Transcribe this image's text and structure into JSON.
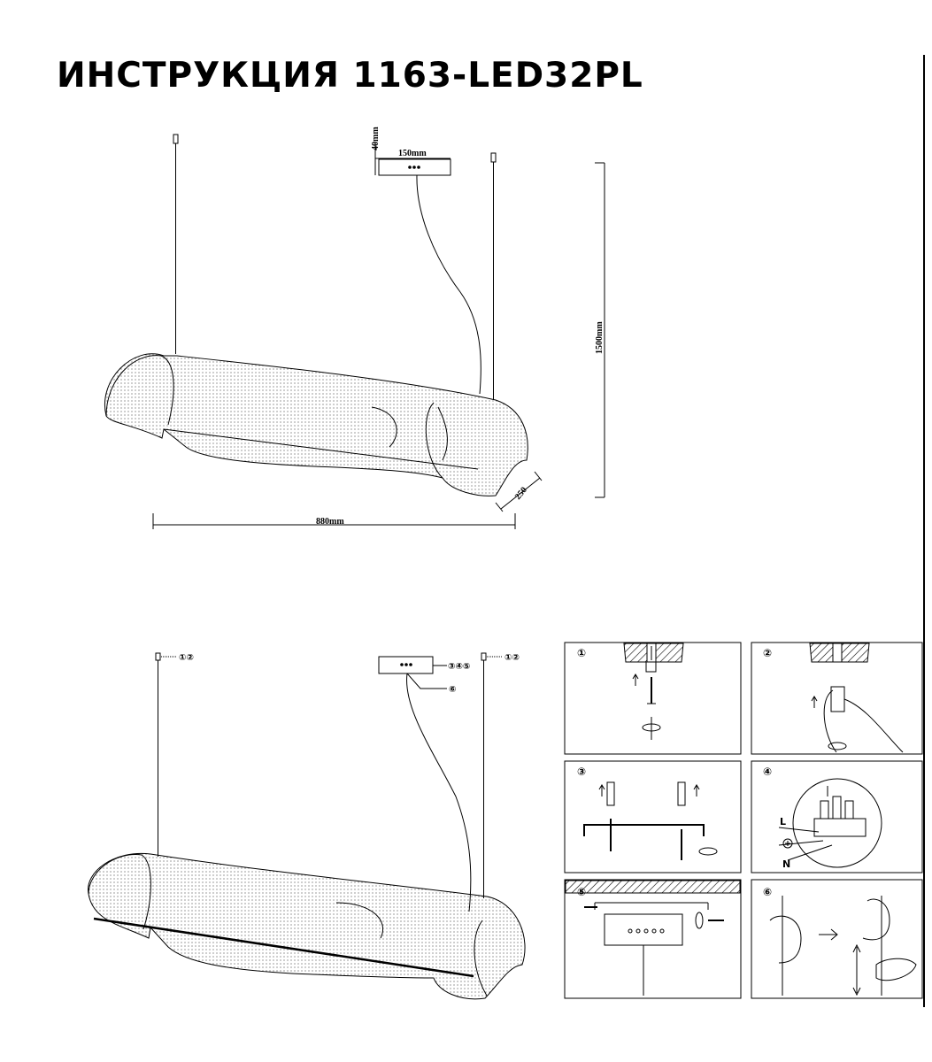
{
  "document": {
    "title": "ИНСТРУКЦИЯ 1163-LED32PL"
  },
  "dimensions": {
    "canopy_width": "150mm",
    "canopy_height": "40mm",
    "total_height": "1500mm",
    "length": "880mm",
    "depth": "250"
  },
  "callouts": {
    "left_wire": "①②",
    "right_wire": "①②",
    "canopy": "③④⑤",
    "cable": "⑥"
  },
  "steps": [
    {
      "number": "①"
    },
    {
      "number": "②"
    },
    {
      "number": "③"
    },
    {
      "number": "④",
      "labels": [
        "L",
        "N"
      ]
    },
    {
      "number": "⑤"
    },
    {
      "number": "⑥"
    }
  ],
  "colors": {
    "ink": "#000000",
    "paper": "#ffffff",
    "dot": "#555555"
  },
  "icons": [
    "ceiling-hatch-icon",
    "screw-icon",
    "dowel-icon",
    "terminal-block-icon",
    "ground-icon",
    "rotate-arrow-icon",
    "hand-icon"
  ]
}
